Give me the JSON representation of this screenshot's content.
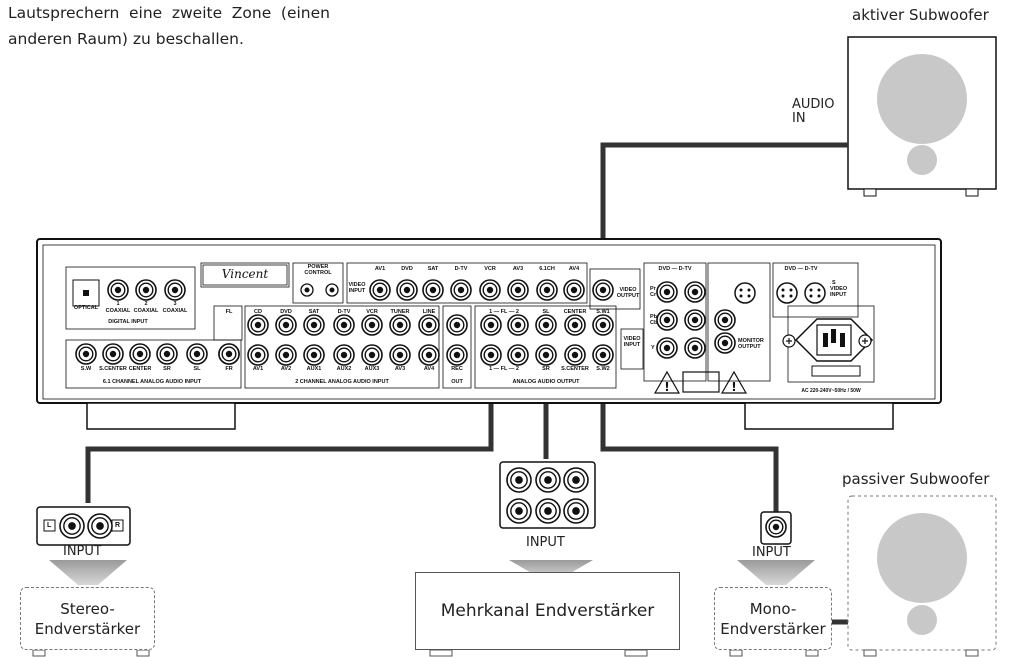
{
  "intro_text": "Lautsprechern eine zweite Zone (einen anderen Raum) zu beschallen.",
  "labels": {
    "active_subwoofer": "aktiver Subwoofer",
    "passive_subwoofer": "passiver Subwoofer",
    "audio_in_line1": "AUDIO",
    "audio_in_line2": "IN",
    "input": "INPUT",
    "stereo_amp_line1": "Stereo-",
    "stereo_amp_line2": "Endverstärker",
    "multichannel_amp": "Mehrkanal Endverstärker",
    "mono_amp_line1": "Mono-",
    "mono_amp_line2": "Endverstärker"
  },
  "receiver": {
    "brand": "Vincent",
    "optical": "OPTICAL",
    "coaxial_1": "1",
    "coaxial_2": "2",
    "coaxial_3": "3",
    "coaxial": "COAXIAL",
    "digital_input": "DIGITAL INPUT",
    "power_control_1": "POWER",
    "power_control_2": "CONTROL",
    "video_input_1": "VIDEO",
    "video_input_2": "INPUT",
    "video_output_1": "VIDEO",
    "video_output_2": "OUTPUT",
    "video_top_header": [
      "AV1",
      "DVD",
      "SAT",
      "D-TV",
      "VCR",
      "AV3",
      "6.1CH",
      "AV4"
    ],
    "six_one_labels": [
      "S.W",
      "S.CENTER",
      "CENTER",
      "SR",
      "SL",
      "FR"
    ],
    "fl": "FL",
    "six_one_title": "6.1 CHANNEL ANALOG AUDIO INPUT",
    "two_ch_top": [
      "CD",
      "DVD",
      "SAT",
      "D-TV",
      "VCR",
      "TUNER",
      "LINE"
    ],
    "two_ch_bottom": [
      "AV1",
      "AV2",
      "AUX1",
      "AUX2",
      "AUX3",
      "AV3",
      "AV4"
    ],
    "two_ch_title": "2 CHANNEL ANALOG AUDIO INPUT",
    "rec": "REC",
    "out": "OUT",
    "analog_out_top_left": "1 — FL — 2",
    "analog_out_top": [
      "SL",
      "CENTER",
      "S.W1"
    ],
    "analog_out_bottom_left": "1 — FL — 2",
    "analog_out_bottom": [
      "SR",
      "S.CENTER",
      "S.W2"
    ],
    "analog_out_title": "ANALOG AUDIO OUTPUT",
    "component_header": "DVD — D-TV",
    "pr_cr": [
      "Pr",
      "Cr"
    ],
    "pb_cb": [
      "Pb",
      "Cb"
    ],
    "y": "Y",
    "monitor_output_1": "MONITOR",
    "monitor_output_2": "OUTPUT",
    "svideo_header": "DVD — D-TV",
    "svideo_input_1": "S",
    "svideo_input_2": "VIDEO",
    "svideo_input_3": "INPUT",
    "ac_label": "AC 220-240V~50Hz / 50W"
  },
  "small_box": {
    "l": "L",
    "r": "R"
  }
}
